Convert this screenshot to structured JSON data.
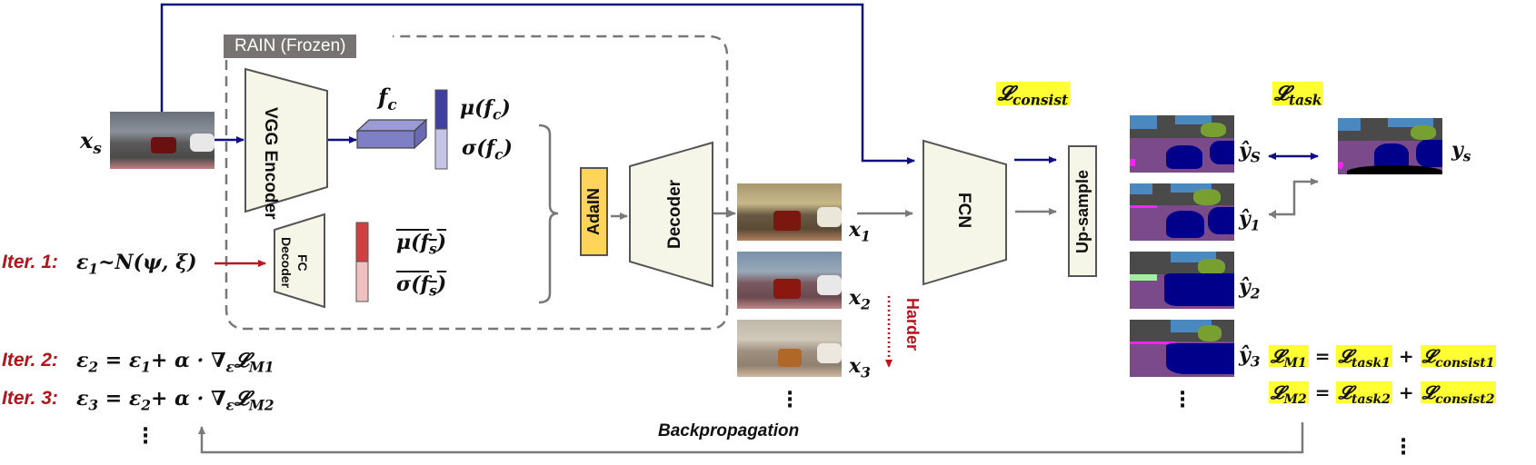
{
  "title": "RAIN-based adversarial augmentation pipeline",
  "rain_block": {
    "label": "RAIN (Frozen)"
  },
  "modules": {
    "vgg_encoder": "VGG Encoder",
    "fc_decoder_line1": "FC",
    "fc_decoder_line2": "Decoder",
    "adain": "AdaIN",
    "decoder": "Decoder",
    "fcn": "FCN",
    "upsample": "Up-sample"
  },
  "symbols": {
    "x_s": "x",
    "x_s_sub": "s",
    "f_c": "f",
    "f_c_sub": "c",
    "mu_fc": "μ(f",
    "mu_fc_sub": "c",
    "sigma_fc": "σ(f",
    "sigma_fc_sub": "c",
    "mu_fs": "μ(f",
    "mu_fs_sub": "s",
    "sigma_fs": "σ(f",
    "sigma_fs_sub": "s",
    "close_paren": ")"
  },
  "iterations": [
    {
      "label": "Iter. 1:",
      "formula": "ε₁~N(ψ, ξ)"
    },
    {
      "label": "Iter. 2:",
      "formula": "ε₂ = ε₁+ α · ∇ε𝓛M1"
    },
    {
      "label": "Iter. 3:",
      "formula": "ε₃ = ε₂+ α · ∇ε𝓛M2"
    }
  ],
  "iter_formula_parts": {
    "iter1": {
      "eps": "ε",
      "eps_sub": "1",
      "rest": "~N(ψ, ξ)"
    },
    "iter2": {
      "lhs": "ε",
      "lhs_sub": "2",
      "mid": " = ε",
      "mid_sub": "1",
      "rest": "+ α · ∇",
      "grad_sub": "ε",
      "loss": "𝓛",
      "loss_sub": "M1"
    },
    "iter3": {
      "lhs": "ε",
      "lhs_sub": "3",
      "mid": " = ε",
      "mid_sub": "2",
      "rest": "+ α · ∇",
      "grad_sub": "ε",
      "loss": "𝓛",
      "loss_sub": "M2"
    }
  },
  "augmented_images": [
    {
      "label": "x",
      "sub": "1"
    },
    {
      "label": "x",
      "sub": "2"
    },
    {
      "label": "x",
      "sub": "3"
    }
  ],
  "predictions": [
    {
      "label": "ŷ",
      "sub": "S"
    },
    {
      "label": "ŷ",
      "sub": "1"
    },
    {
      "label": "ŷ",
      "sub": "2"
    },
    {
      "label": "ŷ",
      "sub": "3"
    }
  ],
  "ground_truth": {
    "label": "y",
    "sub": "s"
  },
  "losses": {
    "consist": {
      "symbol": "𝓛",
      "sub": "consist"
    },
    "task": {
      "symbol": "𝓛",
      "sub": "task"
    },
    "lm1": {
      "l": "𝓛",
      "l_sub": "M1",
      "eq": " = ",
      "t": "𝓛",
      "t_sub": "task1",
      "plus": " + ",
      "c": "𝓛",
      "c_sub": "consist1"
    },
    "lm2": {
      "l": "𝓛",
      "l_sub": "M2",
      "eq": " = ",
      "t": "𝓛",
      "t_sub": "task2",
      "plus": " + ",
      "c": "𝓛",
      "c_sub": "consist2"
    }
  },
  "harder_label": "Harder",
  "backprop_label": "Backpropagation",
  "ellipsis": "⋮",
  "colors": {
    "navy_arrow": "#0f0f80",
    "gray_arrow": "#7a7a7a",
    "red_arrow": "#c0141c",
    "module_fill": "#f6f6e8",
    "adain_fill": "#ffd45a",
    "fc_purple": "#7f7fc6",
    "mu_fc_color": "#4040a0",
    "sigma_fc_color": "#c4c4e6",
    "mu_fs_color": "#d04040",
    "sigma_fs_color": "#f0c0c0",
    "highlight": "#ffff33",
    "iter_red": "#b2161c"
  }
}
